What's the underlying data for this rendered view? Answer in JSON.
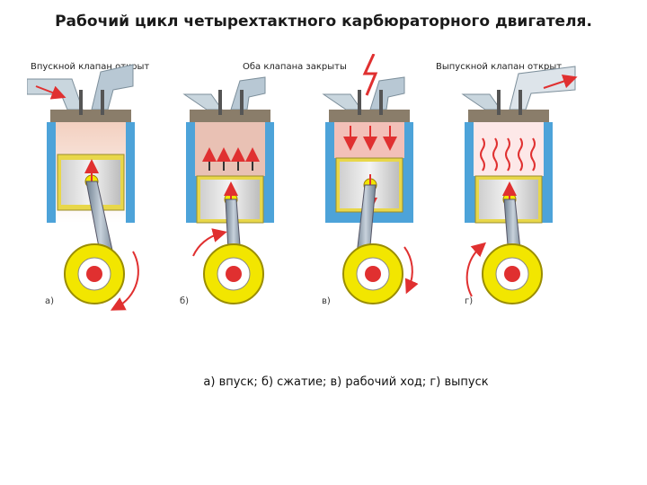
{
  "title": "Рабочий цикл четырехтактного карбюраторного двигателя.",
  "labels": {
    "intake_open": "Впускной клапан открыт",
    "both_closed": "Оба клапана закрыты",
    "exhaust_open": "Выпускной клапан открыт"
  },
  "panels": [
    {
      "letter": "а)"
    },
    {
      "letter": "б)"
    },
    {
      "letter": "в)"
    },
    {
      "letter": "г)"
    }
  ],
  "caption": "а) впуск; б) сжатие; в) рабочий ход; г) выпуск",
  "colors": {
    "cylinder_wall": "#4da3d9",
    "piston": "#e8e8e8",
    "flywheel": "#f2e600",
    "rod": "#8a9aa8",
    "arrow": "#e03030",
    "manifold": "#b8c8d4"
  }
}
